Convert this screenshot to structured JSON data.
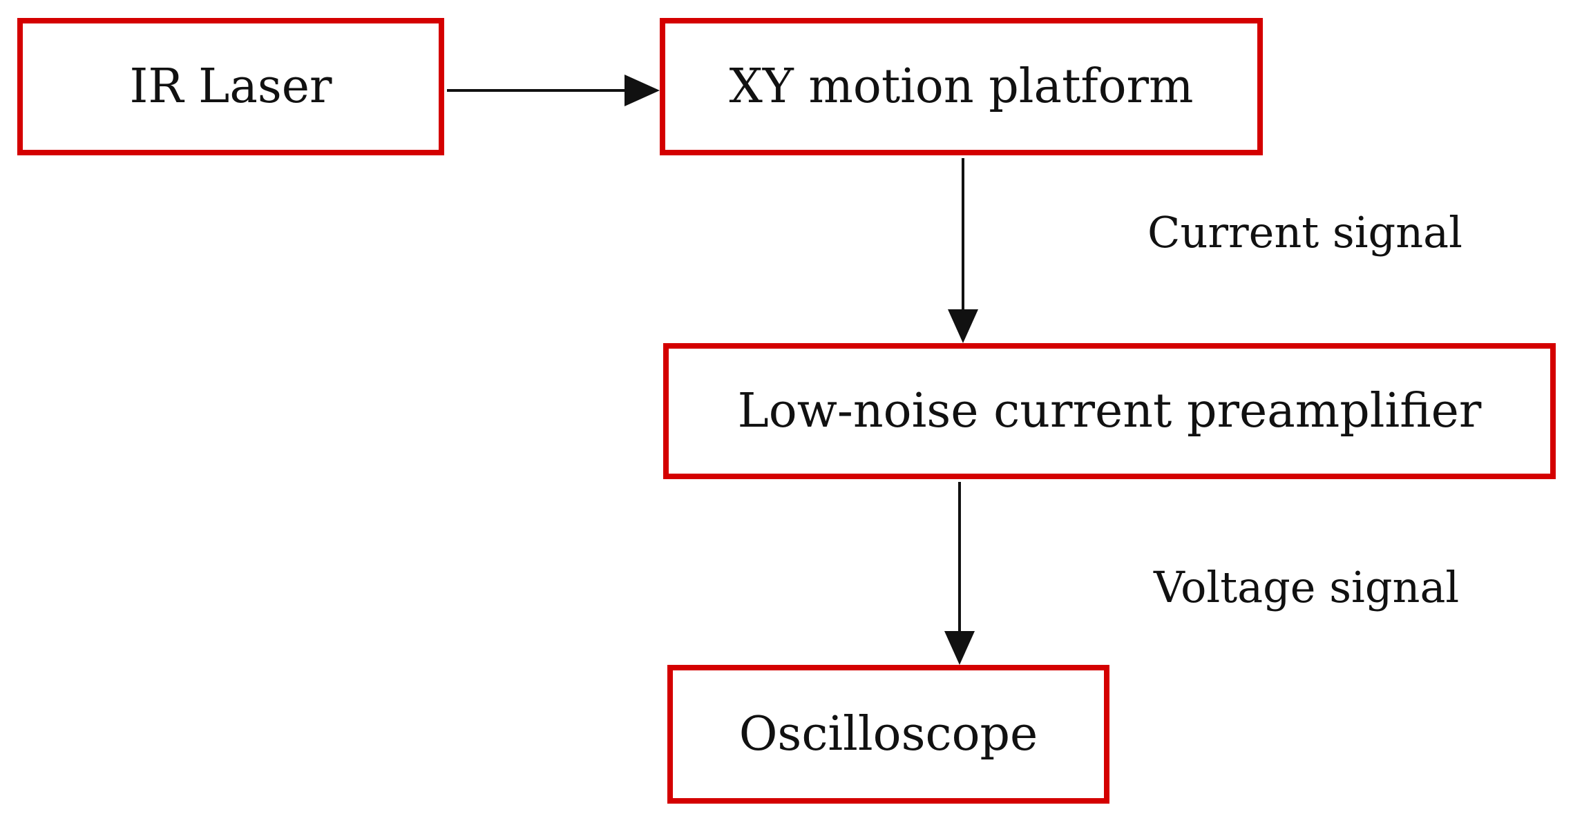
{
  "diagram": {
    "nodes": {
      "ir_laser": "IR Laser",
      "xy_platform": "XY motion platform",
      "preamp": "Low-noise current preamplifier",
      "oscilloscope": "Oscilloscope"
    },
    "edges": [
      {
        "from": "IR Laser",
        "to": "XY motion platform",
        "label": ""
      },
      {
        "from": "XY motion platform",
        "to": "Low-noise current preamplifier",
        "label": "Current signal"
      },
      {
        "from": "Low-noise current preamplifier",
        "to": "Oscilloscope",
        "label": "Voltage signal"
      }
    ],
    "edge_labels": {
      "current": "Current signal",
      "voltage": "Voltage signal"
    },
    "colors": {
      "box_border": "#d40000",
      "arrow": "#111111",
      "text": "#111111",
      "background": "#ffffff"
    }
  }
}
